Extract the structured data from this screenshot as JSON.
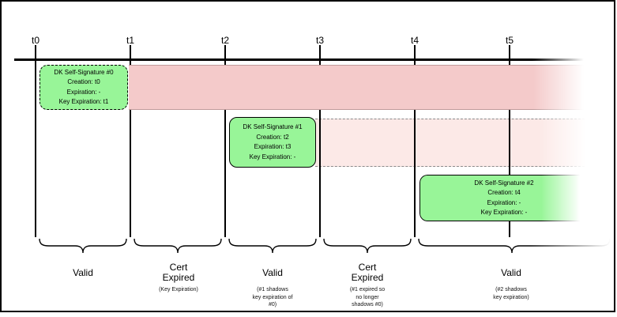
{
  "ticks": [
    {
      "label": "t0"
    },
    {
      "label": "t1"
    },
    {
      "label": "t2"
    },
    {
      "label": "t3"
    },
    {
      "label": "t4"
    },
    {
      "label": "t5"
    }
  ],
  "signatures": [
    {
      "lines": [
        "DK Self-Signature #0",
        "Creation: t0",
        "Expiration: -",
        "Key Expiration: t1"
      ]
    },
    {
      "lines": [
        "DK Self-Signature #1",
        "Creation: t2",
        "Expiration: t3",
        "Key Expiration: -"
      ]
    },
    {
      "lines": [
        "DK Self-Signature #2",
        "Creation: t4",
        "Expiration: -",
        "Key Expiration: -"
      ]
    }
  ],
  "periods": [
    {
      "label_lines": [
        "Valid"
      ],
      "note_lines": []
    },
    {
      "label_lines": [
        "Cert",
        "Expired"
      ],
      "note_lines": [
        "(Key Expiration)"
      ]
    },
    {
      "label_lines": [
        "Valid"
      ],
      "note_lines": [
        "(#1 shadows",
        "key expiration of",
        "#0)"
      ]
    },
    {
      "label_lines": [
        "Cert",
        "Expired"
      ],
      "note_lines": [
        "(#1 expired so",
        "no longer",
        "shadows #0)"
      ]
    },
    {
      "label_lines": [
        "Valid"
      ],
      "note_lines": [
        "(#2 shadows",
        "key expiration)"
      ]
    }
  ],
  "colors": {
    "band-strong": "#f4caca",
    "band-light": "#fce9e7",
    "signature-green": "#98f598"
  }
}
